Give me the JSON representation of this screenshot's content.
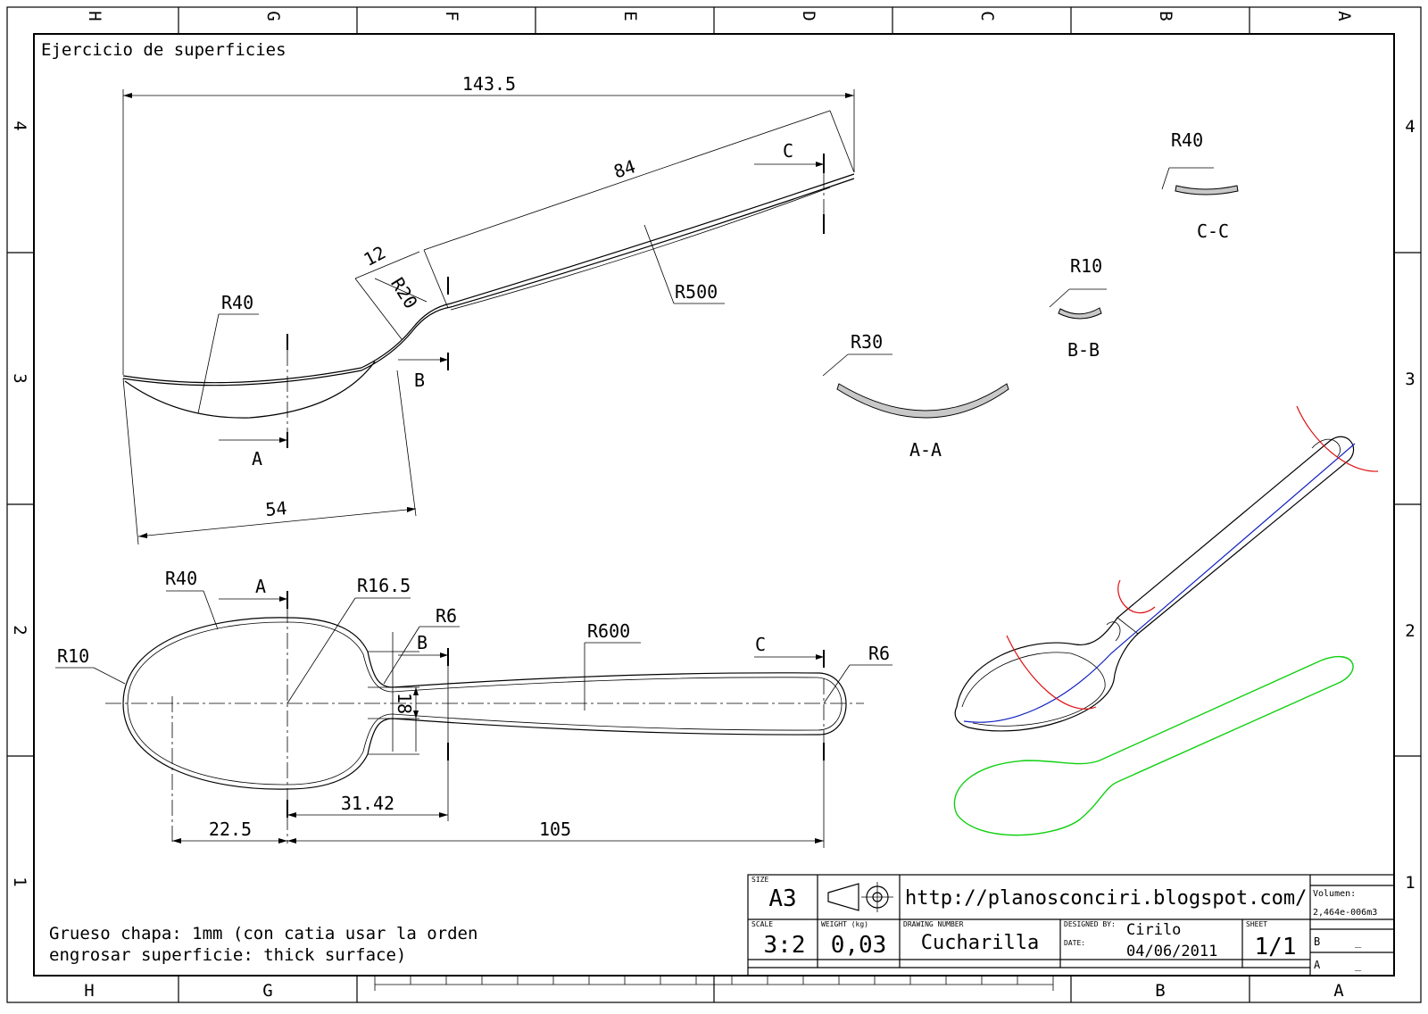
{
  "grid": {
    "top_letters": [
      "H",
      "G",
      "F",
      "E",
      "D",
      "C",
      "B",
      "A"
    ],
    "bottom_letters": [
      "H",
      "G",
      "B",
      "A"
    ],
    "left_numbers": [
      "4",
      "3",
      "2",
      "1"
    ],
    "right_numbers": [
      "4",
      "3",
      "2",
      "1"
    ]
  },
  "title": "Ejercicio de superficies",
  "side_view": {
    "dims": {
      "overall": "143.5",
      "handle_len": "84",
      "neck": "12",
      "r20": "R20",
      "r500": "R500",
      "r40": "R40",
      "bowl_len": "54"
    },
    "labels": {
      "a": "A",
      "b": "B",
      "c": "C"
    }
  },
  "sections": {
    "aa": {
      "radius": "R30",
      "label": "A-A"
    },
    "bb": {
      "radius": "R10",
      "label": "B-B"
    },
    "cc": {
      "radius": "R40",
      "label": "C-C"
    }
  },
  "top_view": {
    "dims": {
      "r40": "R40",
      "r10": "R10",
      "r16_5": "R16.5",
      "r6_left": "R6",
      "r600": "R600",
      "r6_right": "R6",
      "width18": "18",
      "d22_5": "22.5",
      "d31_42": "31.42",
      "d105": "105"
    },
    "labels": {
      "a": "A",
      "b": "B",
      "c": "C"
    }
  },
  "note": {
    "line1": "Grueso chapa: 1mm  (con catia usar la orden",
    "line2": "engrosar superficie: thick surface)"
  },
  "title_block": {
    "size_label": "SIZE",
    "size": "A3",
    "url": "http://planosconciri.blogspot.com/",
    "scale_label": "SCALE",
    "scale": "3:2",
    "weight_label": "WEIGHT (kg)",
    "weight": "0,03",
    "drawing_number_label": "DRAWING NUMBER",
    "drawing_name": "Cucharilla",
    "designed_by_label": "DESIGNED BY:",
    "designer": "Cirilo",
    "date_label": "DATE:",
    "date": "04/06/2011",
    "sheet_label": "SHEET",
    "sheet": "1/1",
    "volume_label": "Volumen:",
    "volume": "2,464e-006m3",
    "rev_b": "B",
    "rev_b_val": "_",
    "rev_a": "A",
    "rev_a_val": "_"
  },
  "colors": {
    "curve_red": "#e01010",
    "curve_blue": "#1020c0",
    "curve_green": "#10d010"
  }
}
